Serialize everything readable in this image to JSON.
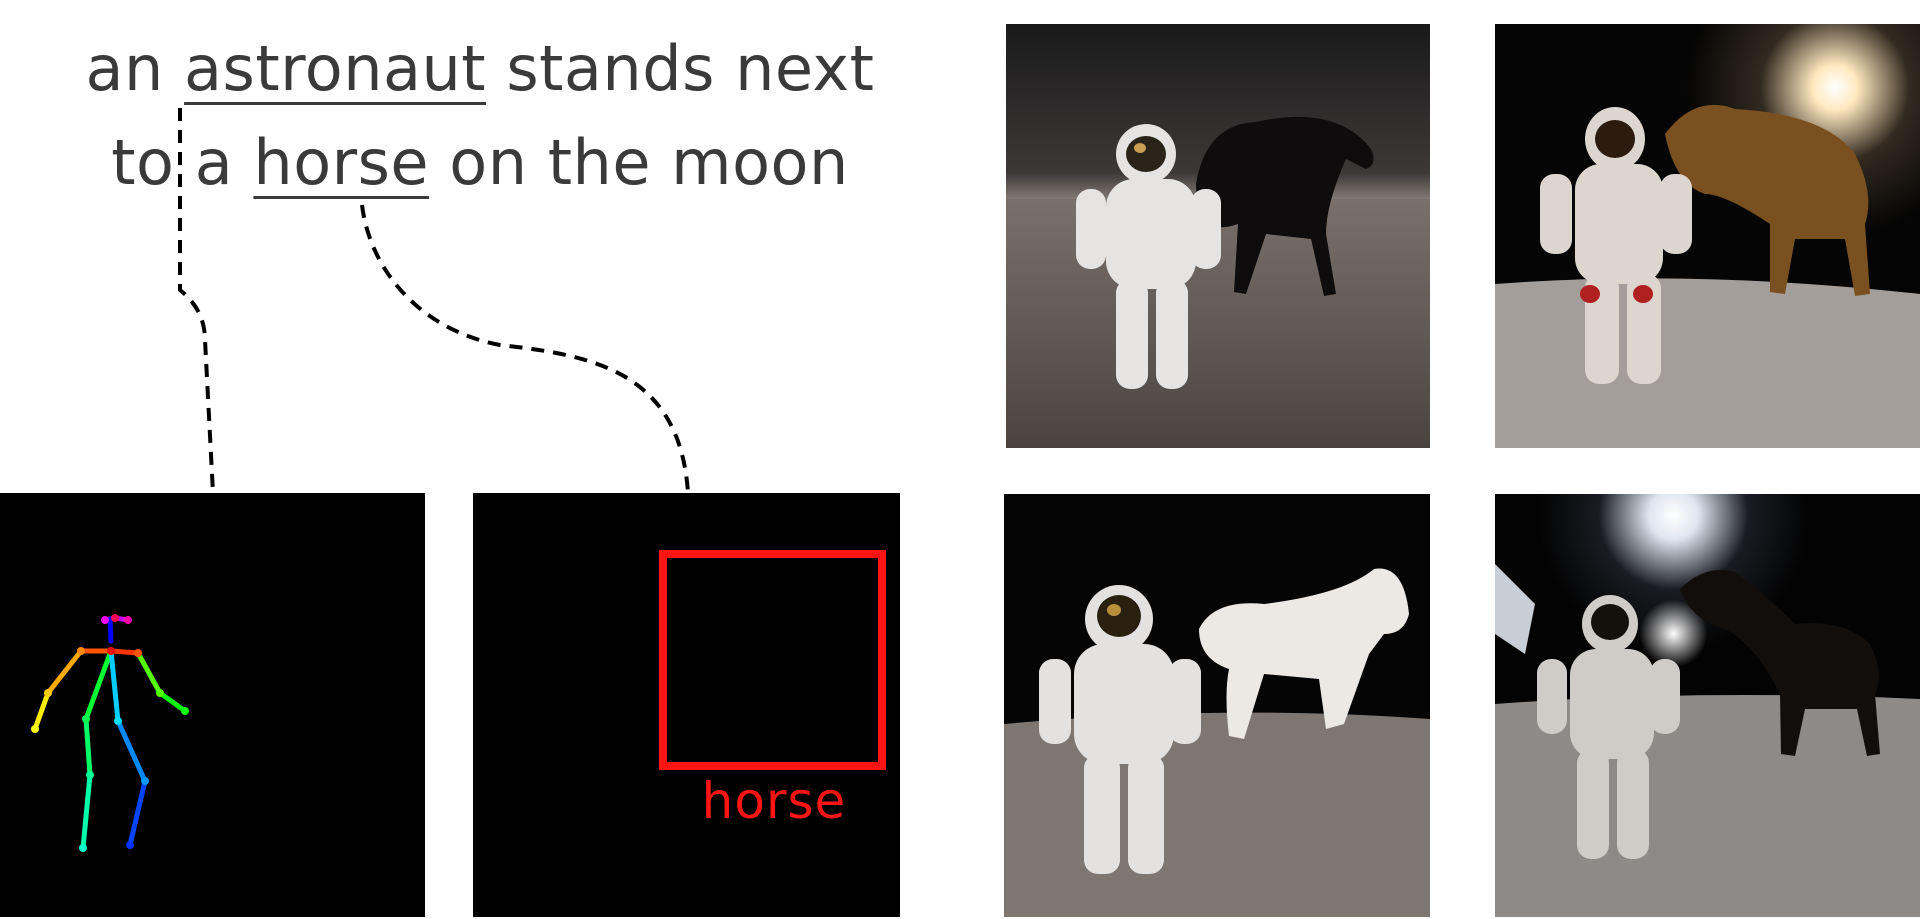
{
  "prompt": {
    "line1": {
      "pre": "an ",
      "token1": "astronaut",
      "post": " stands next"
    },
    "line2": {
      "pre": "to a ",
      "token2": "horse",
      "post": " on the moon"
    }
  },
  "conditions": {
    "box_label": "horse",
    "box_color": "#ff1414"
  },
  "colors": {
    "text": "#3a3a3a",
    "panel_bg": "#000000"
  }
}
